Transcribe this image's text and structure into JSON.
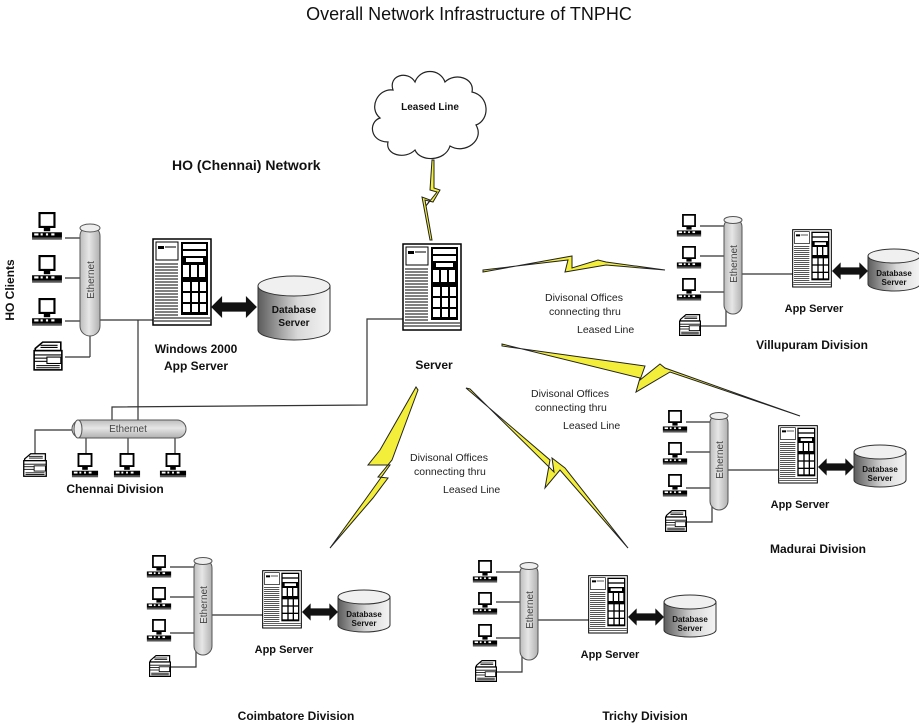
{
  "title": "Overall Network Infrastructure of TNPHC",
  "cloud_label": "Leased Line",
  "ho": {
    "network_label": "HO (Chennai) Network",
    "clients_label": "HO Clients",
    "ethernet_label": "Ethernet",
    "app_server_label_1": "Windows 2000",
    "app_server_label_2": "App Server",
    "db_label_1": "Database",
    "db_label_2": "Server"
  },
  "central_server_label": "Server",
  "chennai_division": {
    "label": "Chennai Division",
    "ethernet_label": "Ethernet"
  },
  "link_note": {
    "line1": "Divisonal Offices",
    "line2": "connecting thru",
    "line3": "Leased Line"
  },
  "divisions": [
    {
      "name": "Villupuram Division",
      "app_server": "App Server",
      "ethernet": "Ethernet",
      "db_1": "Database",
      "db_2": "Server"
    },
    {
      "name": "Madurai Division",
      "app_server": "App Server",
      "ethernet": "Ethernet",
      "db_1": "Database",
      "db_2": "Server"
    },
    {
      "name": "Coimbatore Division",
      "app_server": "App Server",
      "ethernet": "Ethernet",
      "db_1": "Database",
      "db_2": "Server"
    },
    {
      "name": "Trichy Division",
      "app_server": "App Server",
      "ethernet": "Ethernet",
      "db_1": "Database",
      "db_2": "Server"
    }
  ],
  "colors": {
    "lightning": "#f3ee3a",
    "ethernet_tube": "#d6d6d6",
    "db_dark": "#6e6e6e",
    "db_light": "#e8e8e8"
  }
}
